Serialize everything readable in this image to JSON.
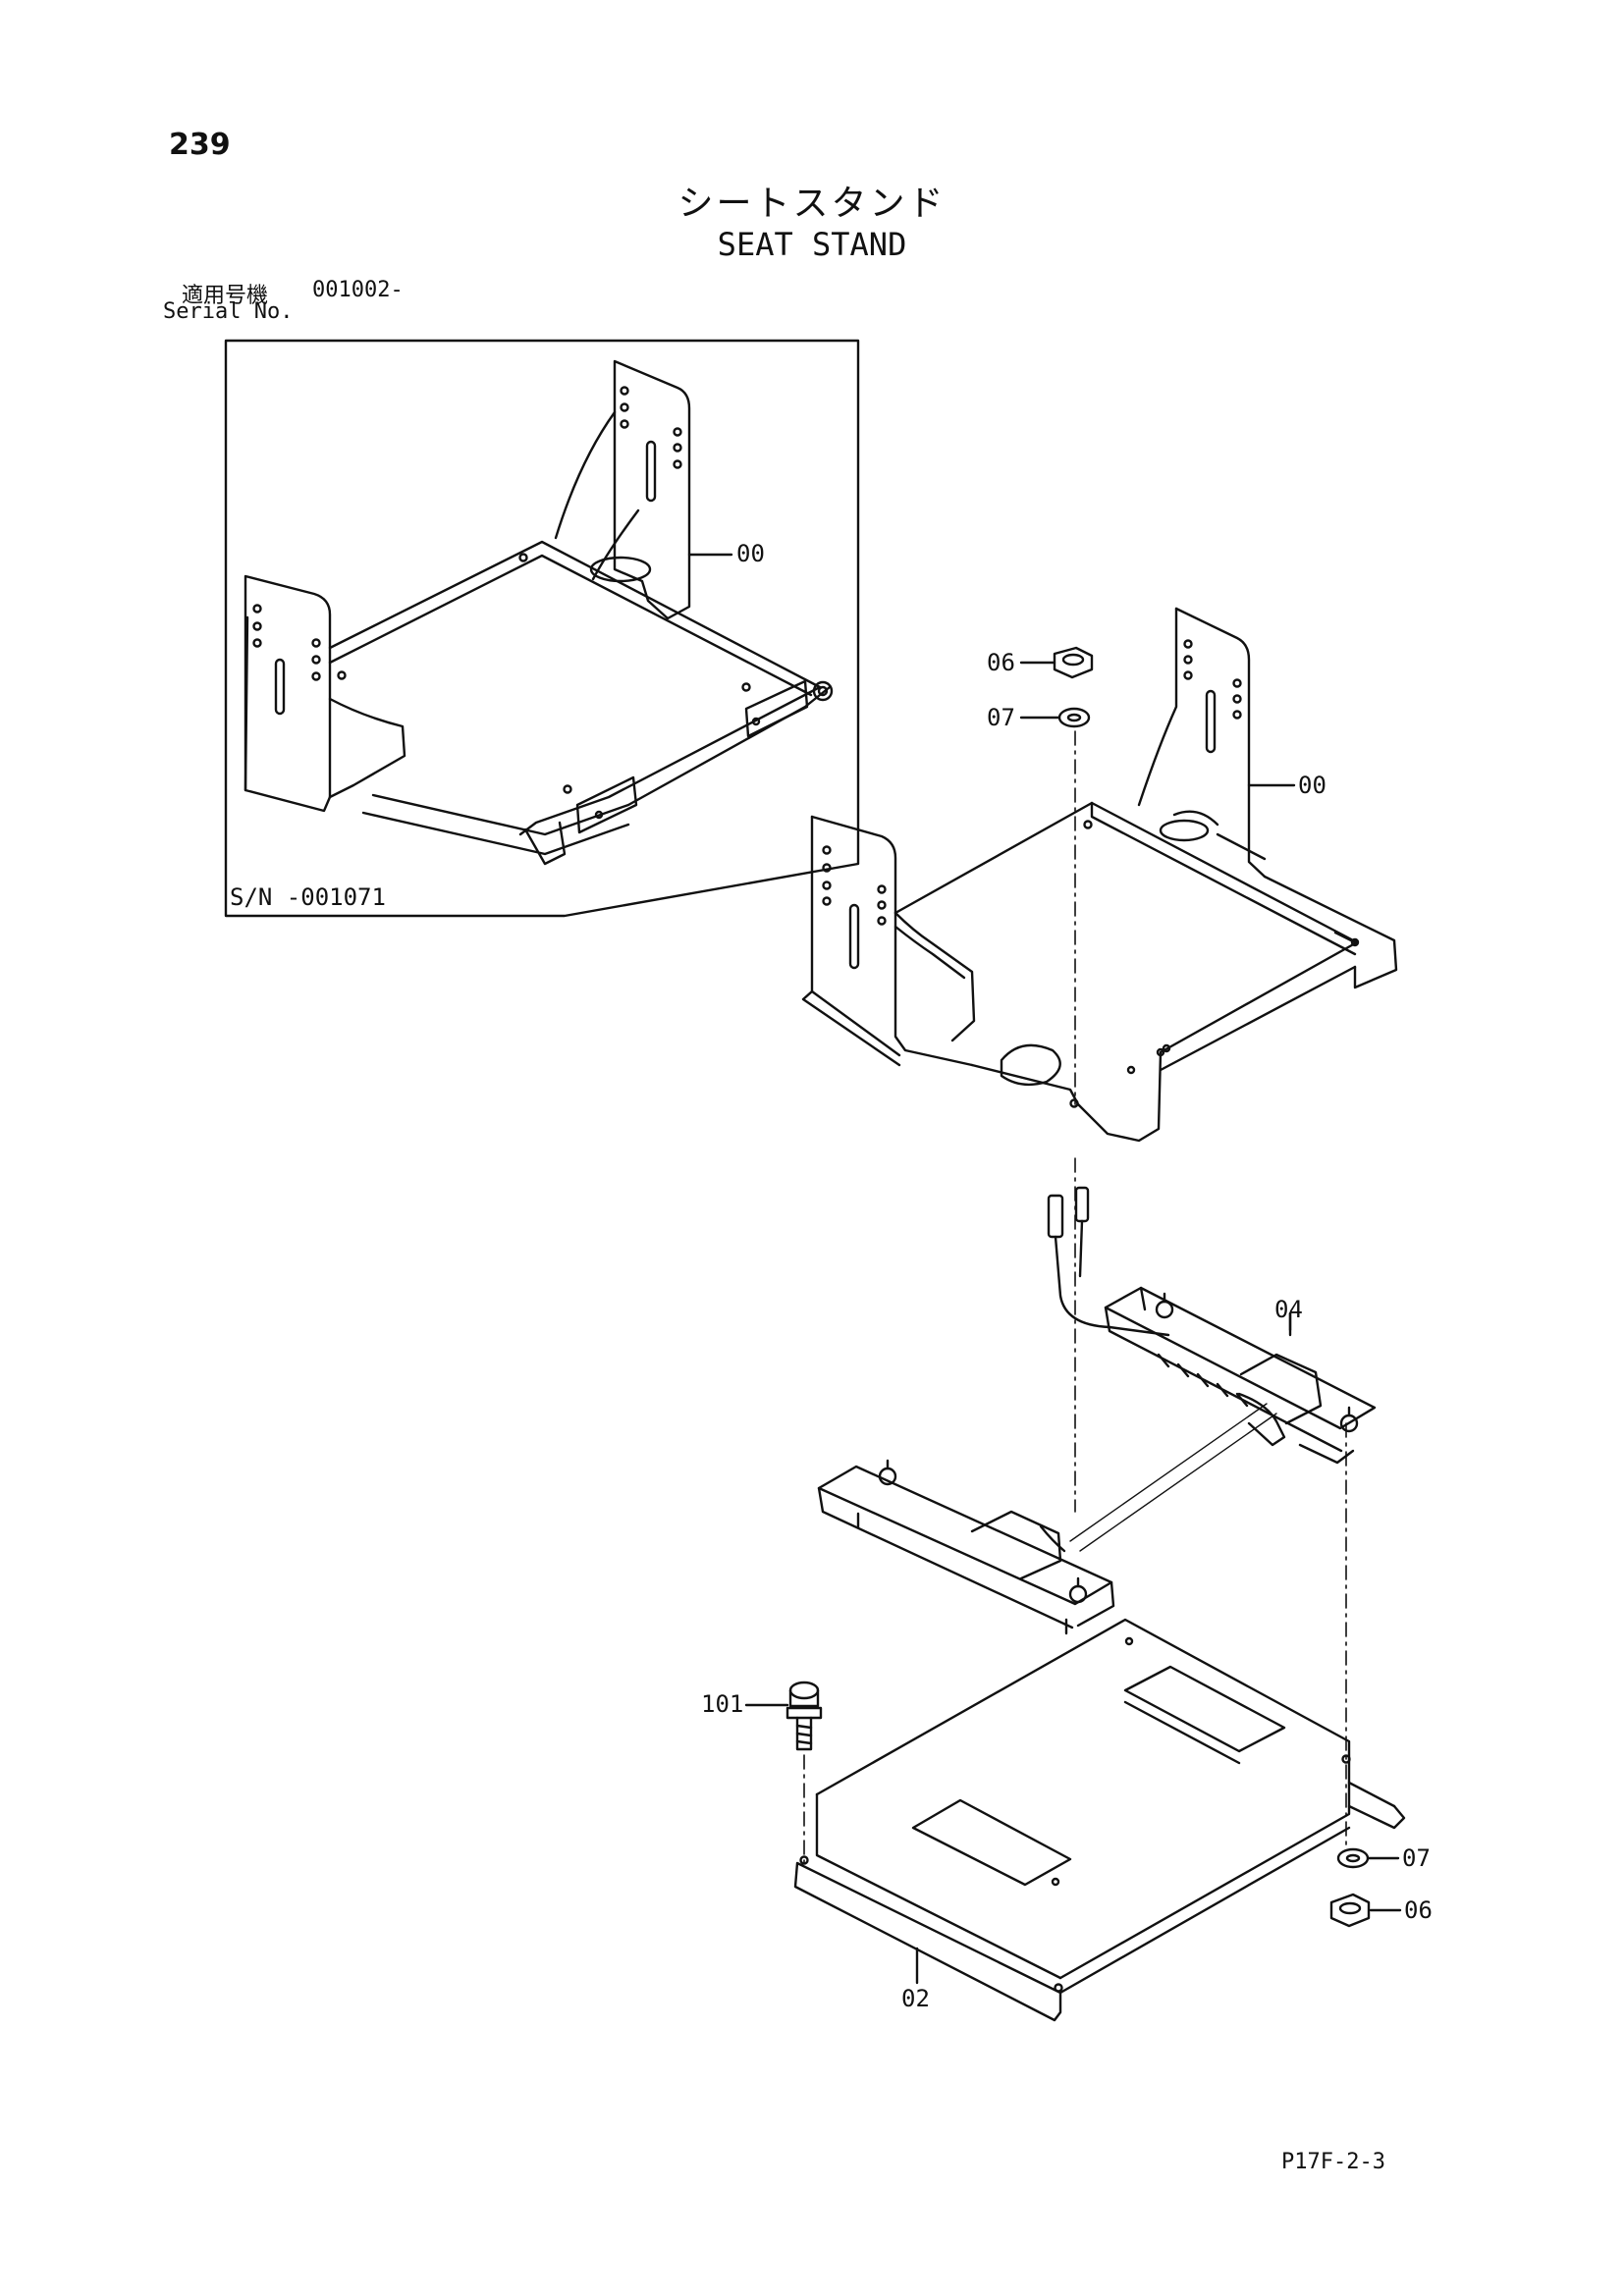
{
  "header": {
    "page_number": "239",
    "title_jp": "シートスタンド",
    "title_en": "SEAT STAND"
  },
  "serial": {
    "label_jp": "適用号機",
    "value": "001002-",
    "label_en": "Serial No."
  },
  "inset": {
    "serial_range": "S/N -001071",
    "callout": "00"
  },
  "callouts": {
    "stand": "00",
    "nut_top": "06",
    "washer_top": "07",
    "rail": "04",
    "bolt": "101",
    "plate": "02",
    "washer_bottom": "07",
    "nut_bottom": "06"
  },
  "footer": {
    "code": "P17F-2-3"
  }
}
